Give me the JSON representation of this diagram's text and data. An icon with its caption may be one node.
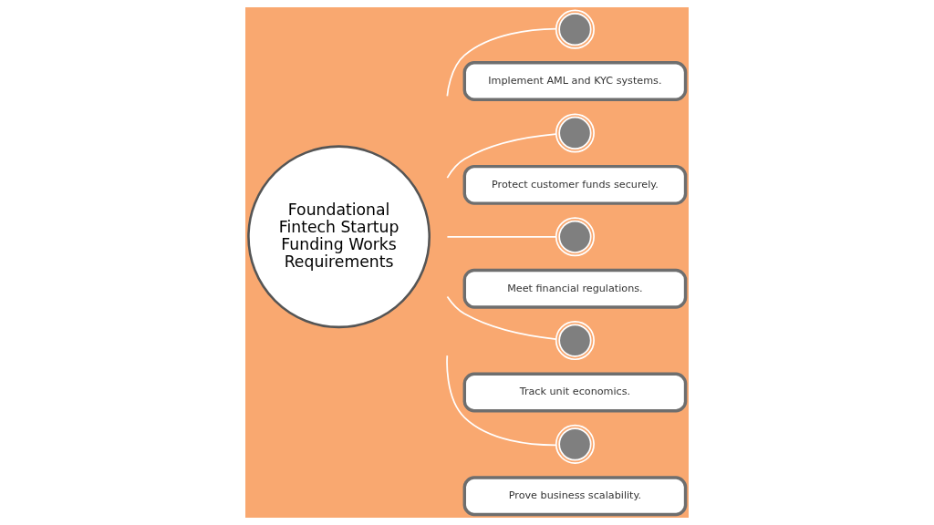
{
  "diagram": {
    "nodes": [
      {
        "text": [
          "Foundational Fintech Startup Funding Works Requirements"
        ]
      },
      {
        "text": [],
        "shape": "circle"
      },
      {
        "text": [
          "Implement AML and KYC systems."
        ]
      },
      {
        "text": [],
        "shape": "circle"
      },
      {
        "text": [
          "Protect customer funds securely."
        ]
      },
      {
        "text": [],
        "shape": "circle"
      },
      {
        "text": [
          "Meet financial regulations."
        ]
      },
      {
        "text": [],
        "shape": "circle"
      },
      {
        "text": [
          "Track unit economics."
        ]
      },
      {
        "text": [],
        "shape": "circle"
      },
      {
        "text": [
          "Prove business scalability."
        ]
      }
    ],
    "edges": [
      {
        "from": null,
        "to": 1,
        "arrow": "none"
      },
      {
        "from": null,
        "to": 3,
        "arrow": "none"
      },
      {
        "from": null,
        "to": 5,
        "arrow": "none"
      },
      {
        "from": null,
        "to": 7,
        "arrow": "none"
      },
      {
        "from": null,
        "to": 9,
        "arrow": "none"
      }
    ]
  }
}
